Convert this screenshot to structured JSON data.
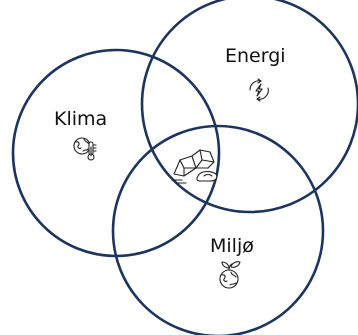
{
  "diagram": {
    "sets": [
      {
        "key": "klima",
        "label": "Klima",
        "icon": "globe-thermometer-icon"
      },
      {
        "key": "energi",
        "label": "Energi",
        "icon": "renewable-energy-icon"
      },
      {
        "key": "miljo",
        "label": "Miljø",
        "icon": "globe-leaves-icon"
      }
    ],
    "center": {
      "icon": "rocks-icon"
    },
    "colors": {
      "circle_stroke": "#1c3560",
      "text": "#111111"
    }
  }
}
